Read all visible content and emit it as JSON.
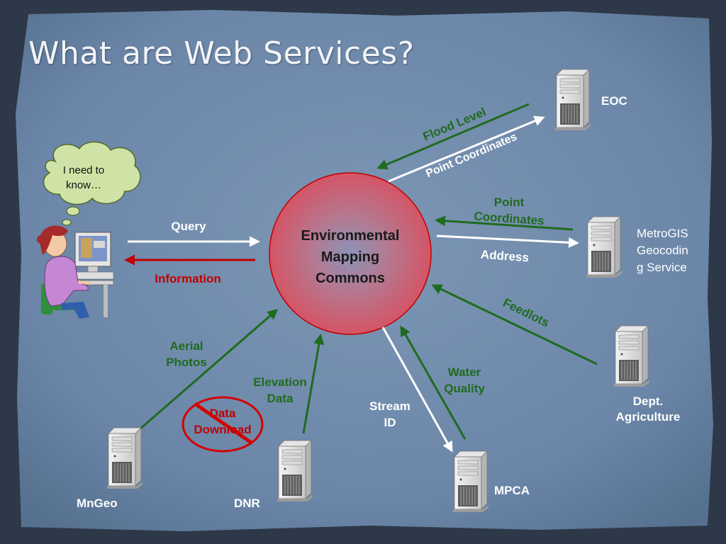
{
  "title": "What are Web Services?",
  "hub": {
    "line1": "Environmental",
    "line2": "Mapping",
    "line3": "Commons"
  },
  "thought": {
    "line1": "I need to",
    "line2": "know…"
  },
  "flows": {
    "query": "Query",
    "information": "Information",
    "flood_level": "Flood Level",
    "point_coordinates_eoc": "Point Coordinates",
    "point_coordinates_metro_1": "Point",
    "point_coordinates_metro_2": "Coordinates",
    "address": "Address",
    "feedlots": "Feedlots",
    "water_quality_1": "Water",
    "water_quality_2": "Quality",
    "stream_id_1": "Stream",
    "stream_id_2": "ID",
    "elevation_data_1": "Elevation",
    "elevation_data_2": "Data",
    "aerial_photos_1": "Aerial",
    "aerial_photos_2": "Photos",
    "data_download_1": "Data",
    "data_download_2": "Download"
  },
  "servers": {
    "eoc": "EOC",
    "metrogis_1": "MetroGIS",
    "metrogis_2": "Geocodin",
    "metrogis_3": "g Service",
    "agriculture_1": "Dept.",
    "agriculture_2": "Agriculture",
    "mpca": "MPCA",
    "dnr": "DNR",
    "mngeo": "MnGeo"
  },
  "colors": {
    "background": "#6f8aab",
    "green_arrow": "#1f6b1f",
    "white_arrow": "#ffffff",
    "red_arrow": "#c00000",
    "hub_fill": "#c9626f",
    "thought_bubble": "#cfe3a6"
  },
  "icons": [
    "server-icon",
    "user-at-computer-icon",
    "thought-bubble-icon",
    "prohibited-icon"
  ]
}
